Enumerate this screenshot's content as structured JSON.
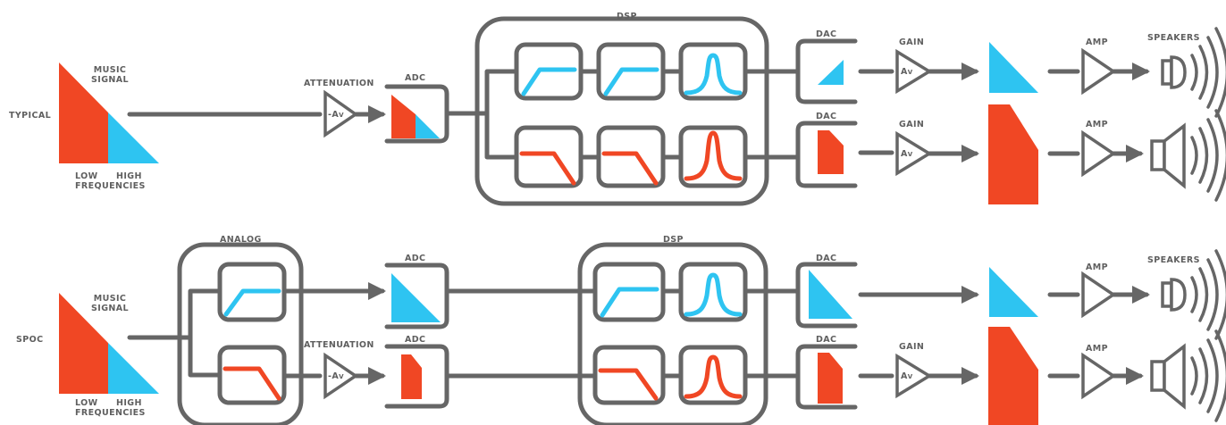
{
  "colors": {
    "line": "#666666",
    "high": "#2ec4f1",
    "low": "#f04724",
    "text": "#5f5f5f"
  },
  "typical": {
    "label": "TYPICAL",
    "music_signal": "MUSIC\nSIGNAL",
    "low": "LOW",
    "high": "HIGH",
    "frequencies": "FREQUENCIES",
    "attenuation": "ATTENUATION",
    "adc": "ADC",
    "dsp": "DSP",
    "dac_top": "DAC",
    "dac_bottom": "DAC",
    "gain_top": "GAIN",
    "gain_bottom": "GAIN",
    "amp_top": "AMP",
    "amp_bottom": "AMP",
    "speakers": "SPEAKERS"
  },
  "spoc": {
    "label": "SPOC",
    "music_signal": "MUSIC\nSIGNAL",
    "low": "LOW",
    "high": "HIGH",
    "frequencies": "FREQUENCIES",
    "analog": "ANALOG",
    "attenuation": "ATTENUATION",
    "adc_top": "ADC",
    "adc_bottom": "ADC",
    "dsp": "DSP",
    "dac_top": "DAC",
    "dac_bottom": "DAC",
    "gain": "GAIN",
    "amp_top": "AMP",
    "amp_bottom": "AMP",
    "speakers": "SPEAKERS"
  },
  "symbols": {
    "gain": "A",
    "gain_sub": "V",
    "atten": "-A",
    "atten_sub": "V"
  }
}
